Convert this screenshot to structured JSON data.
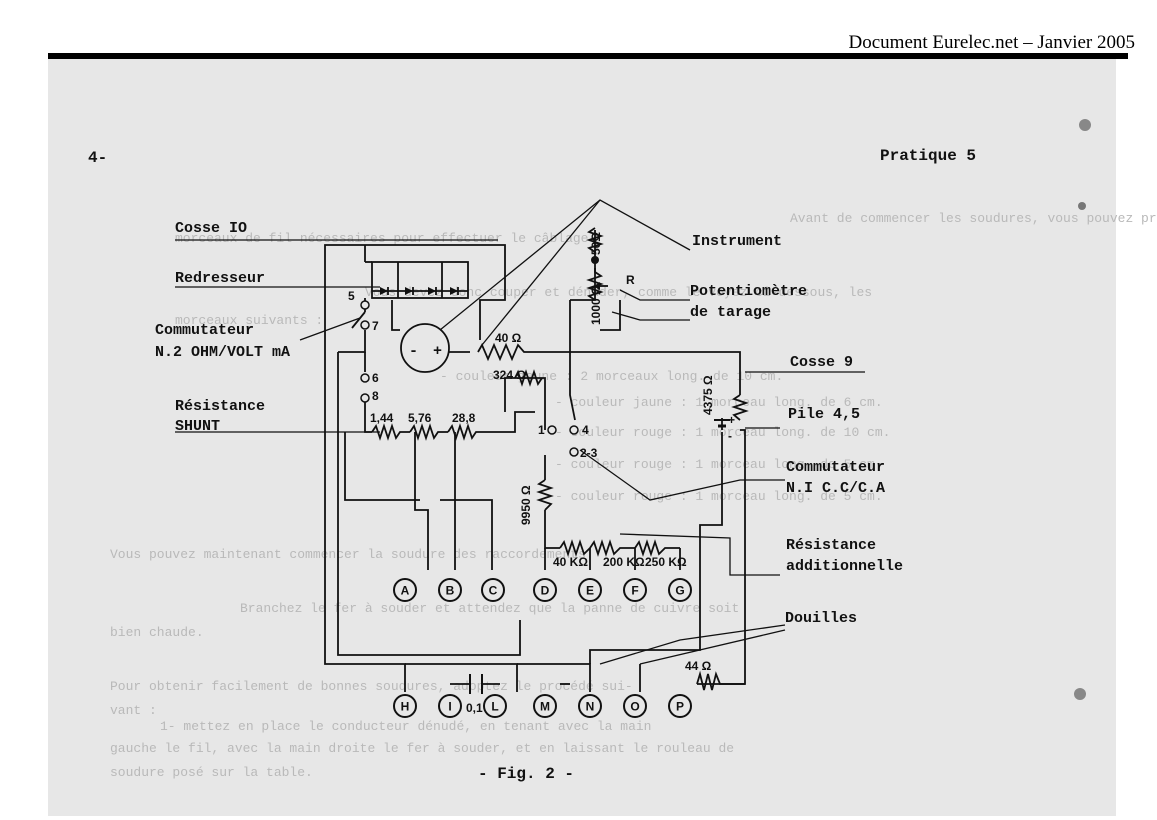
{
  "header": {
    "title": "Document Eurelec.net – Janvier 2005"
  },
  "page": {
    "number": "4-",
    "section": "Pratique 5",
    "caption": "- Fig. 2 -"
  },
  "labels": {
    "cosse10": "Cosse IO",
    "redresseur": "Redresseur",
    "commutateur2_line1": "Commutateur",
    "commutateur2_line2": "N.2 OHM/VOLT mA",
    "shunt_line1": "Résistance",
    "shunt_line2": "SHUNT",
    "instrument": "Instrument",
    "pot_line1": "Potentiomètre",
    "pot_line2": "de tarage",
    "cosse9": "Cosse 9",
    "pile": "Pile 4,5",
    "commutateur1_line1": "Commutateur",
    "commutateur1_line2": "N.I  C.C/C.A",
    "additionnelle_line1": "Résistance",
    "additionnelle_line2": "additionnelle",
    "douilles": "Douilles"
  },
  "values": {
    "r40": "40 Ω",
    "r324": "324 Ω",
    "r4375": "4375 Ω",
    "r9950": "9950 Ω",
    "r1000": "1000 Ω",
    "r50": "50Ω",
    "pot_r": "R",
    "s1": "1,44",
    "s2": "5,76",
    "s3": "28,8",
    "r40k": "40 KΩ",
    "r200k": "200 KΩ",
    "r250k": "250 KΩ",
    "r44": "44 Ω",
    "cap": "0,1 µF",
    "pos5": "5",
    "pos7": "7",
    "pos6": "6",
    "pos8": "8",
    "pos1": "1",
    "pos4": "4",
    "pos23": "2-3",
    "minus": "-",
    "plus": "+"
  },
  "terminals": [
    "A",
    "B",
    "C",
    "D",
    "E",
    "F",
    "G",
    "H",
    "I",
    "L",
    "M",
    "N",
    "O",
    "P"
  ],
  "background_text": [
    "Avant de commencer les soudures, vous pouvez préparer tous les",
    "morceaux de fil nécessaires pour effectuer le câblage.",
    "Vous devez donc couper et dénuder, comme le voyez ci-dessous, les",
    "morceaux suivants :",
    "- couleur jaune : 2 morceaux long. de 10 cm.",
    "- couleur jaune : 1 morceau long. de 6 cm.",
    "- couleur rouge : 1 morceau long. de 10 cm.",
    "- couleur rouge : 1 morceau long. de 5 cm.",
    "- couleur rouge : 1 morceau long. de 5 cm.",
    "Vous pouvez maintenant commencer la soudure des raccordements.",
    "Branchez le fer à souder et attendez que la panne de cuivre soit",
    "bien chaude.",
    "Pour obtenir facilement de bonnes soudures, adoptez le procédé sui-",
    "vant :",
    "1- mettez en place le conducteur dénudé, en tenant avec la main",
    "gauche le fil, avec la main droite le fer à souder, et en laissant le rouleau de",
    "soudure posé sur la table."
  ]
}
